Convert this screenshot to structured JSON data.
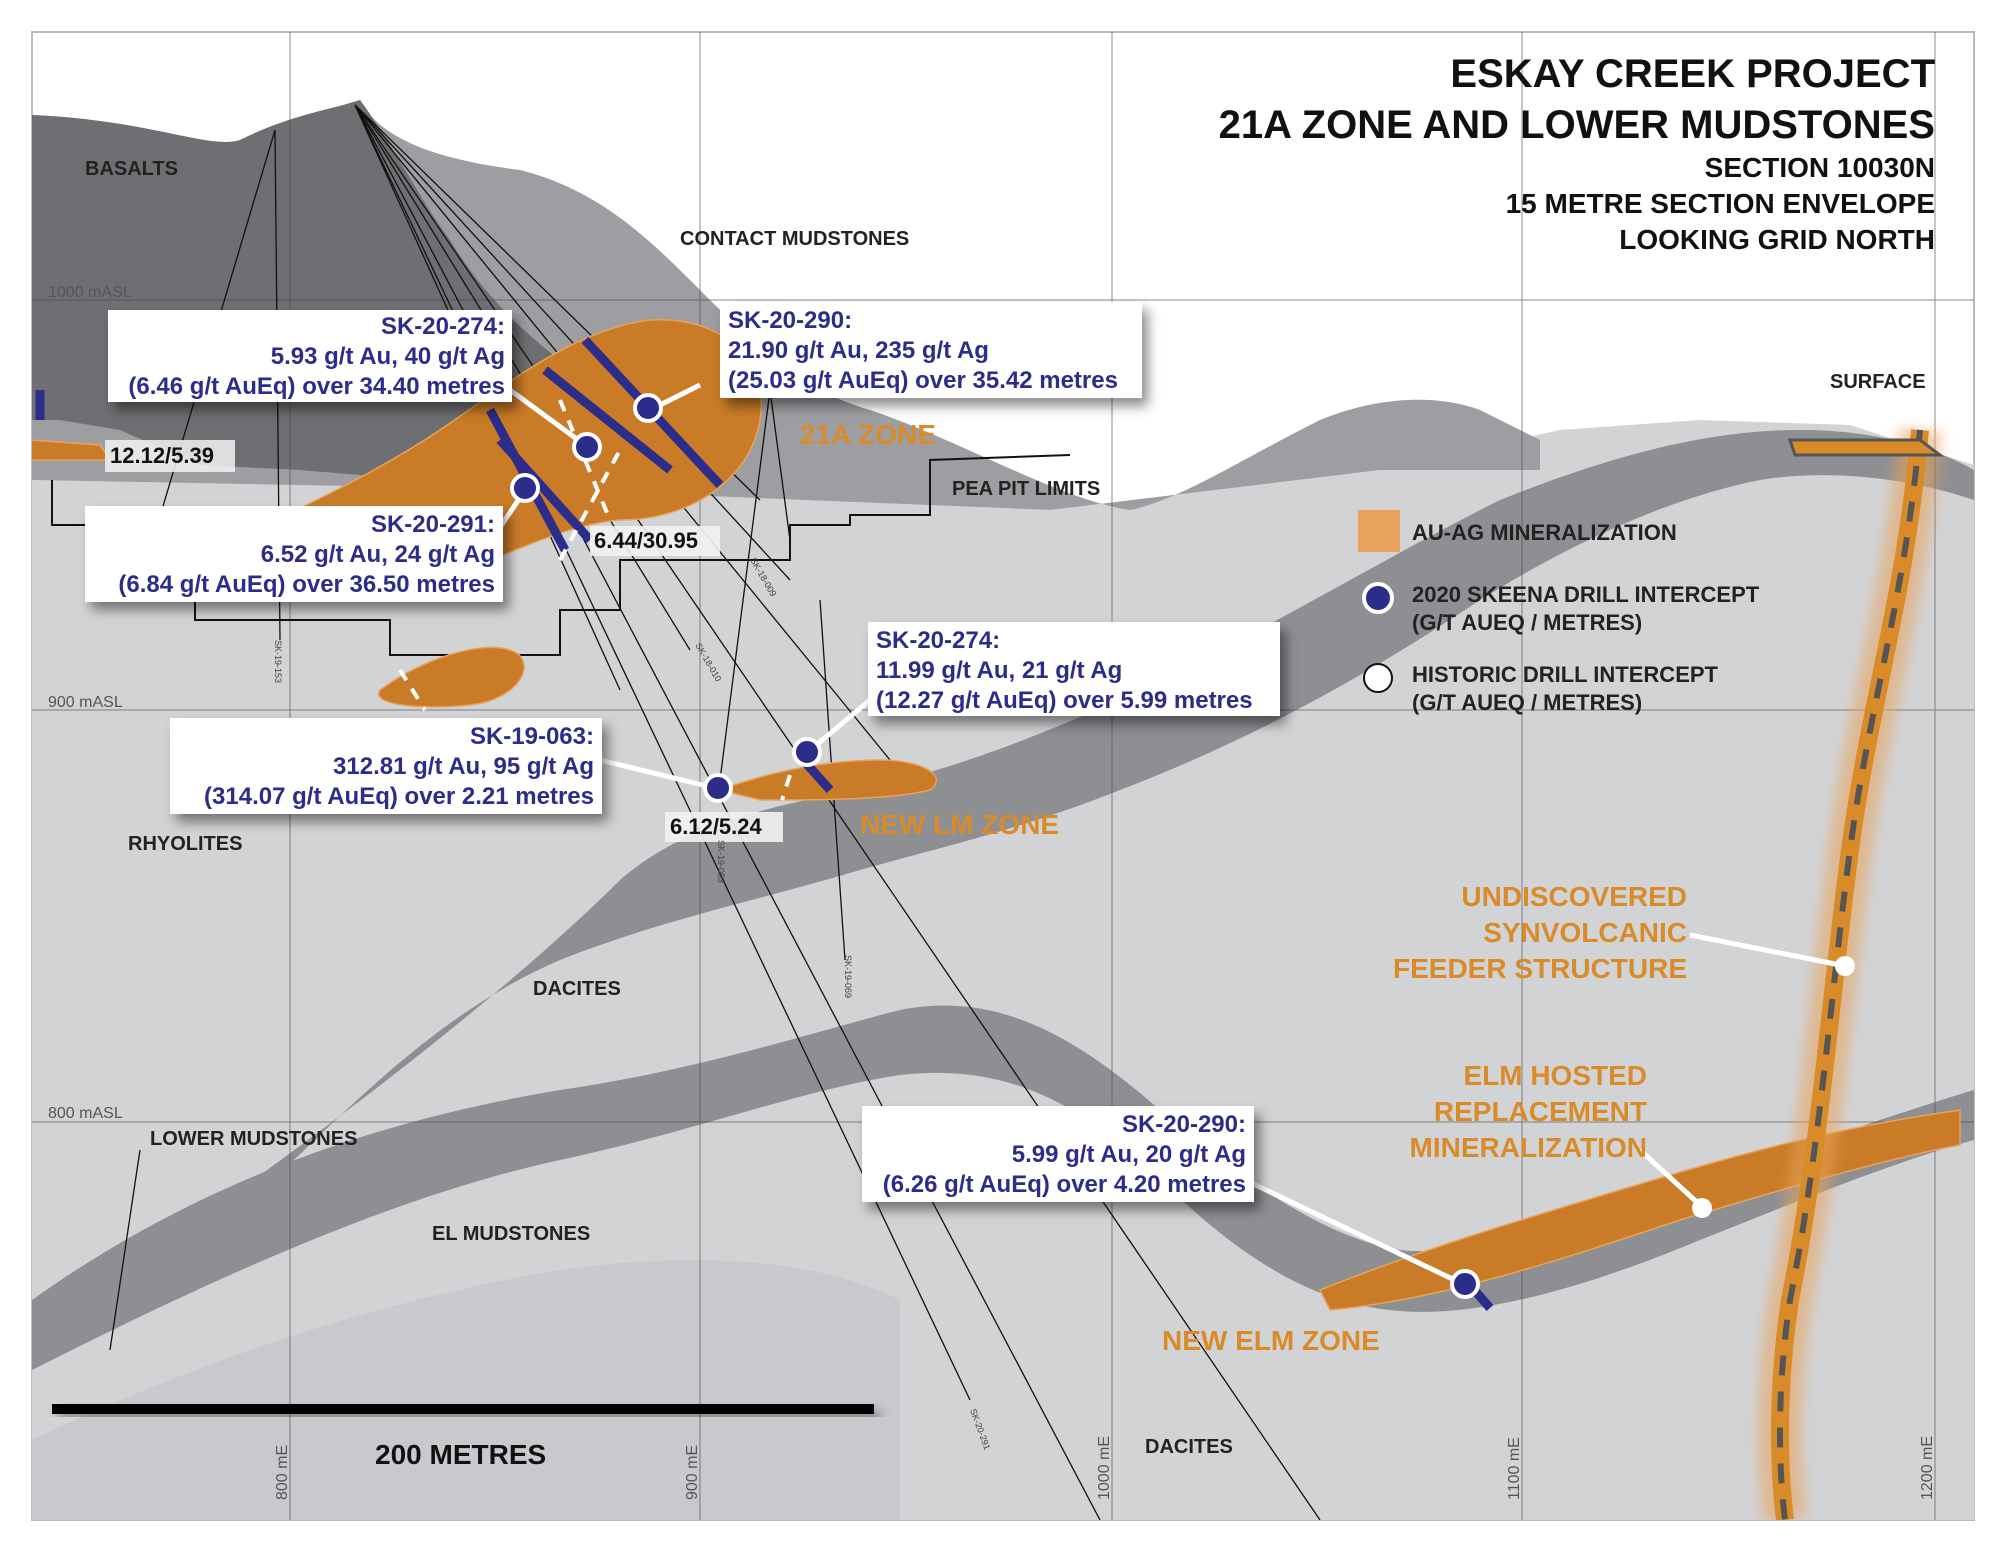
{
  "title": {
    "line1": "ESKAY CREEK PROJECT",
    "line2": "21A ZONE AND LOWER MUDSTONES",
    "line3": "SECTION 10030N",
    "line4": "15 METRE SECTION ENVELOPE",
    "line5": "LOOKING GRID NORTH"
  },
  "elevations": [
    "1000 mASL",
    "900 mASL",
    "800 mASL"
  ],
  "eastings": [
    "800 mE",
    "900 mE",
    "1000 mE",
    "1100 mE",
    "1200 mE"
  ],
  "units": {
    "basalts": "BASALTS",
    "contact_mudstones": "CONTACT MUDSTONES",
    "rhyolites": "RHYOLITES",
    "dacites_1": "DACITES",
    "dacites_2": "DACITES",
    "lower_mudstones": "LOWER MUDSTONES",
    "el_mudstones": "EL MUDSTONES",
    "surface": "SURFACE",
    "pea_pit": "PEA PIT LIMITS"
  },
  "zones": {
    "z21a": "21A ZONE",
    "new_lm": "NEW LM ZONE",
    "new_elm": "NEW ELM ZONE",
    "feeder": [
      "UNDISCOVERED",
      "SYNVOLCANIC",
      "FEEDER STRUCTURE"
    ],
    "elm_hosted": [
      "ELM HOSTED",
      "REPLACEMENT",
      "MINERALIZATION"
    ]
  },
  "callouts": [
    {
      "hole": "SK-20-274:",
      "grade": "5.93 g/t Au, 40 g/t Ag",
      "interval": "(6.46 g/t AuEq) over 34.40 metres"
    },
    {
      "hole": "SK-20-290:",
      "grade": "21.90 g/t Au, 235 g/t Ag",
      "interval": "(25.03 g/t AuEq) over 35.42 metres"
    },
    {
      "hole": "SK-20-291:",
      "grade": "6.52 g/t Au, 24 g/t Ag",
      "interval": "(6.84 g/t AuEq) over 36.50 metres"
    },
    {
      "hole": "SK-20-274:",
      "grade": "11.99 g/t Au, 21 g/t Ag",
      "interval": "(12.27 g/t AuEq) over 5.99 metres"
    },
    {
      "hole": "SK-19-063:",
      "grade": "312.81 g/t Au, 95 g/t Ag",
      "interval": "(314.07 g/t AuEq) over 2.21 metres"
    },
    {
      "hole": "SK-20-290:",
      "grade": "5.99 g/t Au, 20 g/t Ag",
      "interval": "(6.26 g/t AuEq) over 4.20 metres"
    }
  ],
  "historic": [
    "12.12/5.39",
    "6.44/30.95",
    "6.12/5.24"
  ],
  "legend": {
    "mineralization": "AU-AG MINERALIZATION",
    "skeena_1": "2020 SKEENA DRILL INTERCEPT",
    "skeena_2": "(G/T AUEQ / METRES)",
    "historic_1": "HISTORIC DRILL INTERCEPT",
    "historic_2": "(G/T AUEQ / METRES)"
  },
  "scale": "200 METRES",
  "hole_tags": [
    "SK-19-063",
    "SK-20-291",
    "SK-19-069",
    "SK-18-009",
    "SK-18-010",
    "SK-19-153"
  ],
  "colors": {
    "mineralization": "#d98b2a",
    "skeena_intercept": "#2c2c8a",
    "basalt": "#6e6f72",
    "mudstone_band": "#8e8f93",
    "background_rock": "#d2d3d5",
    "label_orange": "#d98b2a"
  }
}
